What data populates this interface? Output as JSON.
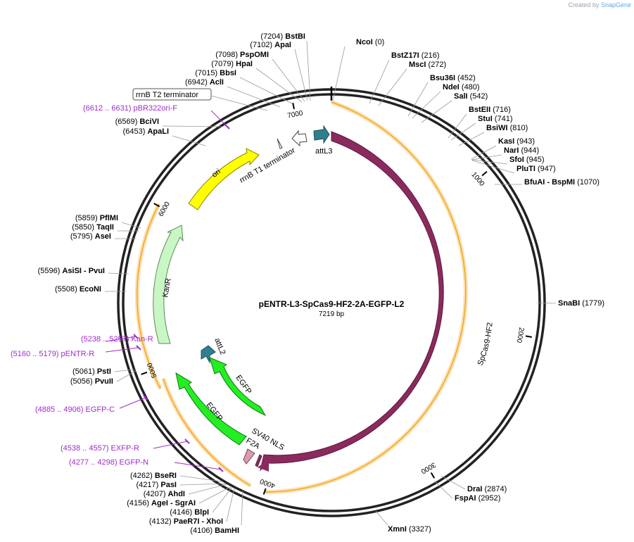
{
  "credit": {
    "prefix": "Created by",
    "brand": "SnapGene"
  },
  "plasmid": {
    "name": "pENTR-L3-SpCas9-HF2-2A-EGFP-L2",
    "size_label": "7219 bp",
    "length": 7219
  },
  "ticks": [
    "1000",
    "2000",
    "3000",
    "4000",
    "5000",
    "6000",
    "7000"
  ],
  "sites": [
    {
      "name": "BstBI",
      "pos": "(7204)"
    },
    {
      "name": "NcoI",
      "pos": "(0)"
    },
    {
      "name": "ApaI",
      "pos": "(7102)"
    },
    {
      "name": "BstZ17I",
      "pos": "(216)"
    },
    {
      "name": "PspOMI",
      "pos": "(7098)"
    },
    {
      "name": "MscI",
      "pos": "(272)"
    },
    {
      "name": "HpaI",
      "pos": "(7079)"
    },
    {
      "name": "BbsI",
      "pos": "(7015)"
    },
    {
      "name": "Bsu36I",
      "pos": "(452)"
    },
    {
      "name": "AclI",
      "pos": "(6942)"
    },
    {
      "name": "NdeI",
      "pos": "(480)"
    },
    {
      "name": "SalI",
      "pos": "(542)"
    },
    {
      "name": "BstEII",
      "pos": "(716)"
    },
    {
      "name": "BciVI",
      "pos": "(6569)"
    },
    {
      "name": "StuI",
      "pos": "(741)"
    },
    {
      "name": "ApaLI",
      "pos": "(6453)"
    },
    {
      "name": "BsiWI",
      "pos": "(810)"
    },
    {
      "name": "KasI",
      "pos": "(943)"
    },
    {
      "name": "NarI",
      "pos": "(944)"
    },
    {
      "name": "SfoI",
      "pos": "(945)"
    },
    {
      "name": "PluTI",
      "pos": "(947)"
    },
    {
      "name": "BfuAI - BspMI",
      "pos": "(1070)"
    },
    {
      "name": "PflMI",
      "pos": "(5859)"
    },
    {
      "name": "TaqII",
      "pos": "(5850)"
    },
    {
      "name": "AseI",
      "pos": "(5795)"
    },
    {
      "name": "AsiSI - PvuI",
      "pos": "(5596)"
    },
    {
      "name": "EcoNI",
      "pos": "(5508)"
    },
    {
      "name": "SnaBI",
      "pos": "(1779)"
    },
    {
      "name": "PstI",
      "pos": "(5061)"
    },
    {
      "name": "PvuII",
      "pos": "(5056)"
    },
    {
      "name": "BseRI",
      "pos": "(4262)"
    },
    {
      "name": "DraI",
      "pos": "(2874)"
    },
    {
      "name": "PasI",
      "pos": "(4217)"
    },
    {
      "name": "FspAI",
      "pos": "(2952)"
    },
    {
      "name": "AhdI",
      "pos": "(4207)"
    },
    {
      "name": "AgeI - SgrAI",
      "pos": "(4156)"
    },
    {
      "name": "BlpI",
      "pos": "(4146)"
    },
    {
      "name": "PaeR7I - XhoI",
      "pos": "(4132)"
    },
    {
      "name": "BamHI",
      "pos": "(4106)"
    },
    {
      "name": "XmnI",
      "pos": "(3327)"
    }
  ],
  "primers": [
    {
      "label": "(6612 .. 6631)  pBR322ori-F"
    },
    {
      "label": "(5238 .. 5257)  Kan-R"
    },
    {
      "label": "(5160 .. 5179)  pENTR-R"
    },
    {
      "label": "(4885 .. 4906)  EGFP-C"
    },
    {
      "label": "(4538 .. 4557)  EXFP-R"
    },
    {
      "label": "(4277 .. 4298)  EGFP-N"
    }
  ],
  "features": {
    "attL3": "attL3",
    "rrnB_T1": "rrnB T1 terminator",
    "rrnB_T2": "rrnB T2 terminator",
    "ori": "ori",
    "KanR": "KanR",
    "SpCas9": "SpCas9-HF2",
    "attL2": "attL2",
    "EGFP_inner": "EGFP",
    "EGFP_outer": "EGFP",
    "SV40": "SV40 NLS",
    "F2A": "F2A"
  },
  "colors": {
    "cas9": "#8b2a5e",
    "orf": "#f5a623",
    "ori": "#ffff00",
    "kanR": "#c8f7c5",
    "egfp": "#22ee22",
    "att": "#2f7f8f",
    "f2a": "#d99bb0",
    "primer": "#a02bd0"
  }
}
